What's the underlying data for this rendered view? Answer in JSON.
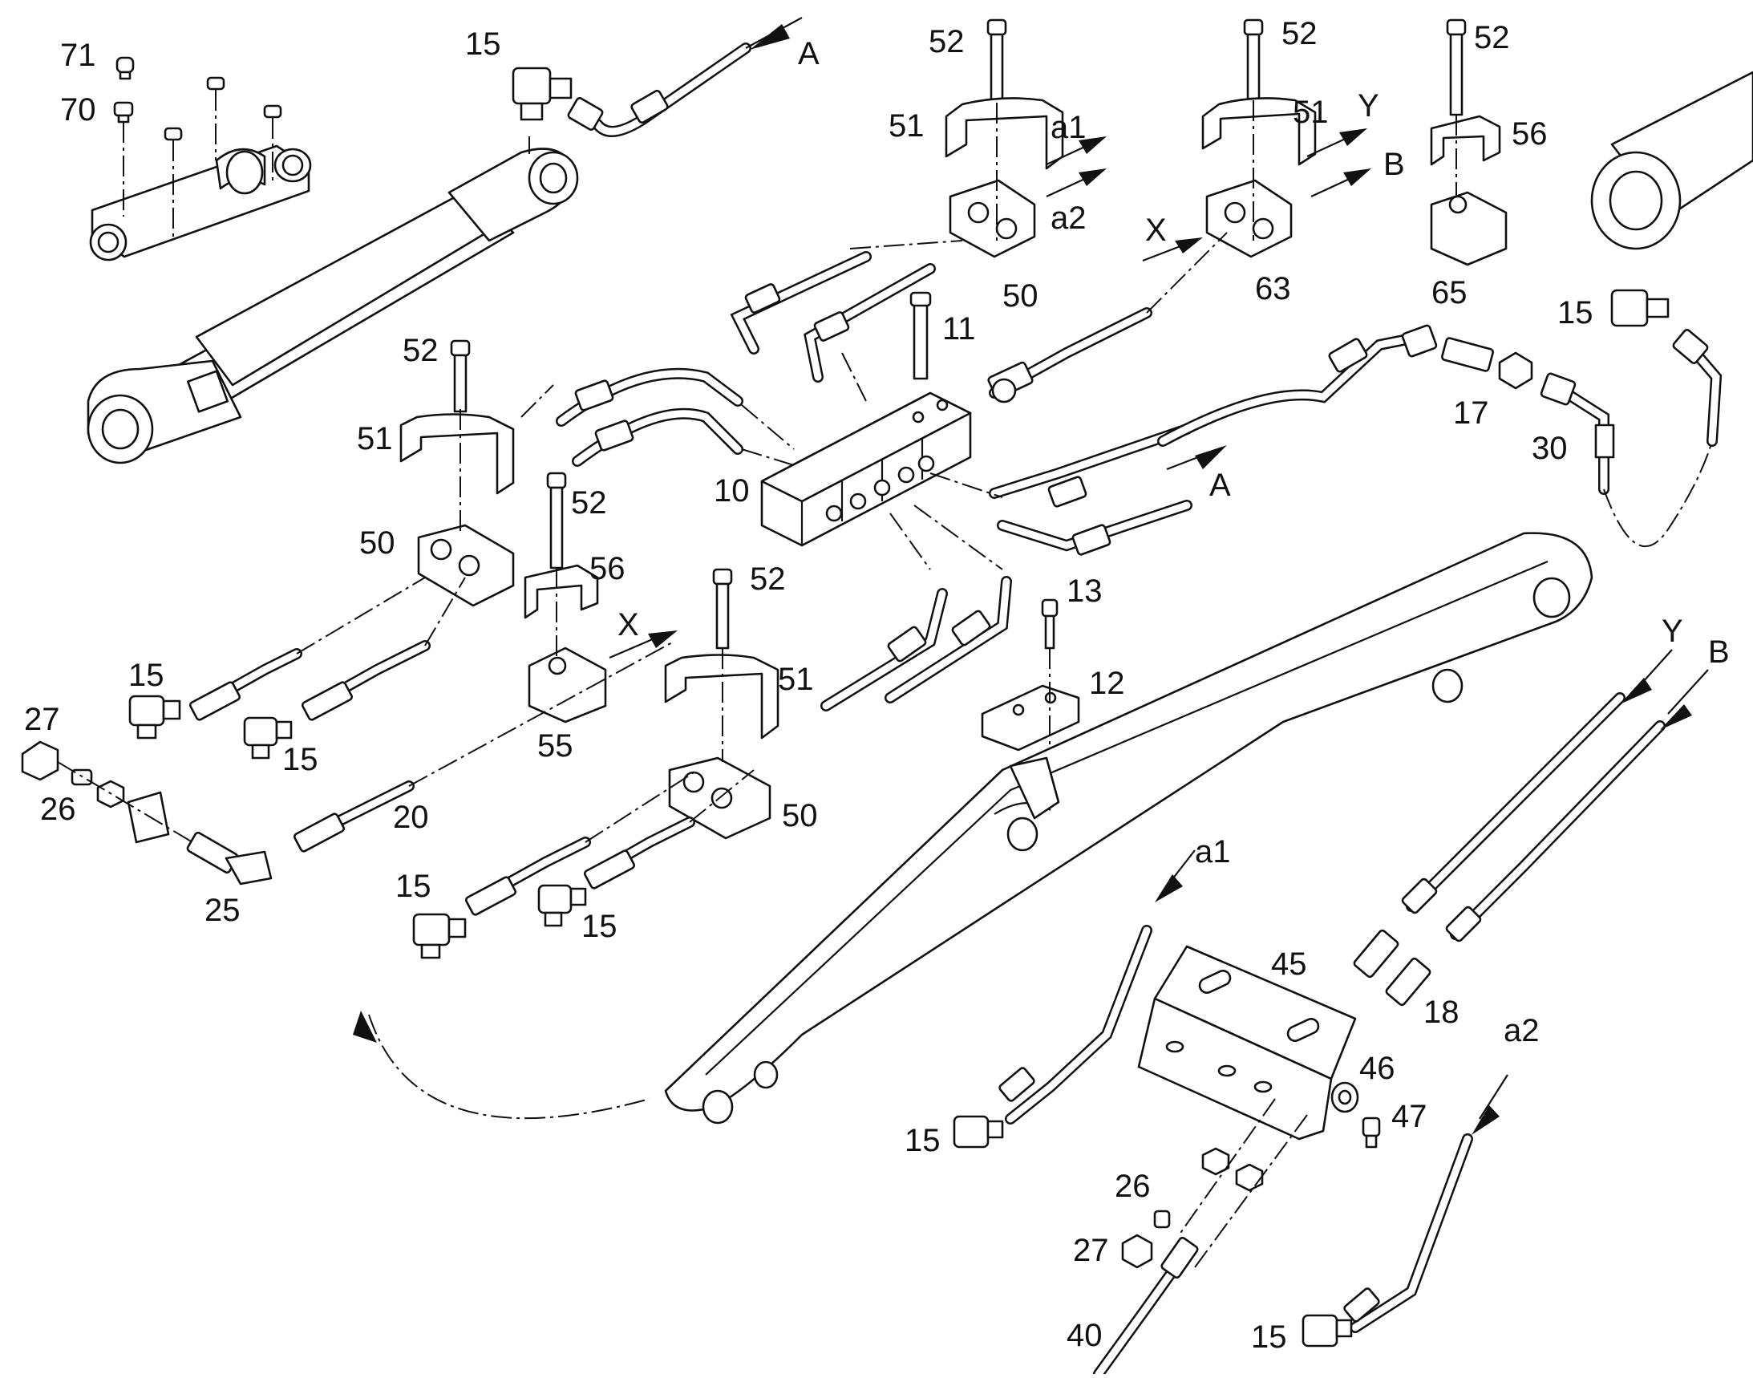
{
  "diagram": {
    "callouts": {
      "c71": "71",
      "c70": "70",
      "c15_cyl": "15",
      "c_A_top": "A",
      "c52_a": "52",
      "c51_a": "51",
      "c50_a": "50",
      "c_a1_a": "a1",
      "c_a2_a": "a2",
      "c52_b": "52",
      "c51_b": "51",
      "c63": "63",
      "c_Y_top": "Y",
      "c_B_top": "B",
      "c_X_top": "X",
      "c52_c": "52",
      "c56_a": "56",
      "c65": "65",
      "c15_right": "15",
      "c17": "17",
      "c30": "30",
      "c11": "11",
      "c10": "10",
      "c_A_mid": "A",
      "c52_d": "52",
      "c51_d": "51",
      "c50_d": "50",
      "c52_e": "52",
      "c56_b": "56",
      "c55": "55",
      "c_X_mid": "X",
      "c52_f": "52",
      "c51_f": "51",
      "c50_f": "50",
      "c13": "13",
      "c12": "12",
      "c15_l1": "15",
      "c15_l2": "15",
      "c27_l": "27",
      "c26_l": "26",
      "c25": "25",
      "c20": "20",
      "c15_l3": "15",
      "c15_l4": "15",
      "c_Y_right": "Y",
      "c_B_right": "B",
      "c_a1_low": "a1",
      "c45": "45",
      "c18": "18",
      "c46": "46",
      "c47": "47",
      "c_a2_low": "a2",
      "c15_low1": "15",
      "c26_low": "26",
      "c27_low": "27",
      "c40": "40",
      "c15_low2": "15"
    }
  }
}
